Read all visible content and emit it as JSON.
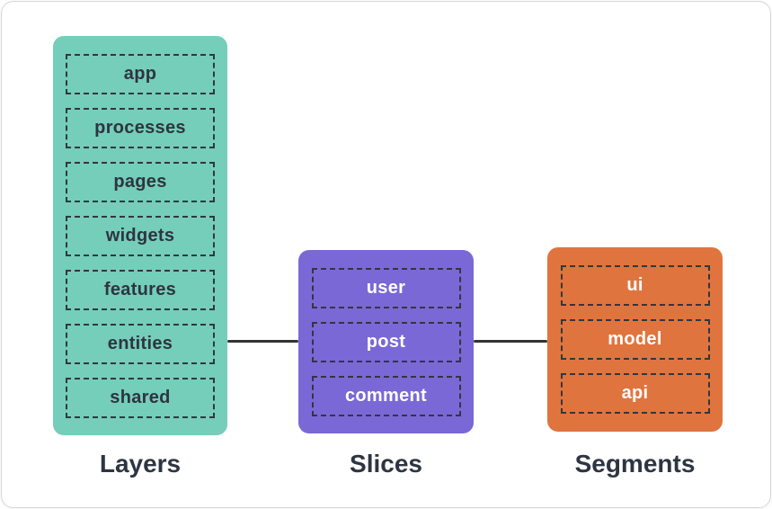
{
  "card": {
    "background": "#ffffff",
    "border_color": "#d7d7d7"
  },
  "diagram": {
    "connector_color": "#333333",
    "dash_border_color": "#33363e",
    "title_color": "#2e3542",
    "columns": [
      {
        "id": "layers",
        "title": "Layers",
        "color": "#74ceb9",
        "item_text_color": "#2f3440",
        "items": [
          "app",
          "processes",
          "pages",
          "widgets",
          "features",
          "entities",
          "shared"
        ]
      },
      {
        "id": "slices",
        "title": "Slices",
        "color": "#7a68d6",
        "item_text_color": "#ffffff",
        "items": [
          "user",
          "post",
          "comment"
        ]
      },
      {
        "id": "segments",
        "title": "Segments",
        "color": "#e0743e",
        "item_text_color": "#ffffff",
        "items": [
          "ui",
          "model",
          "api"
        ]
      }
    ]
  }
}
